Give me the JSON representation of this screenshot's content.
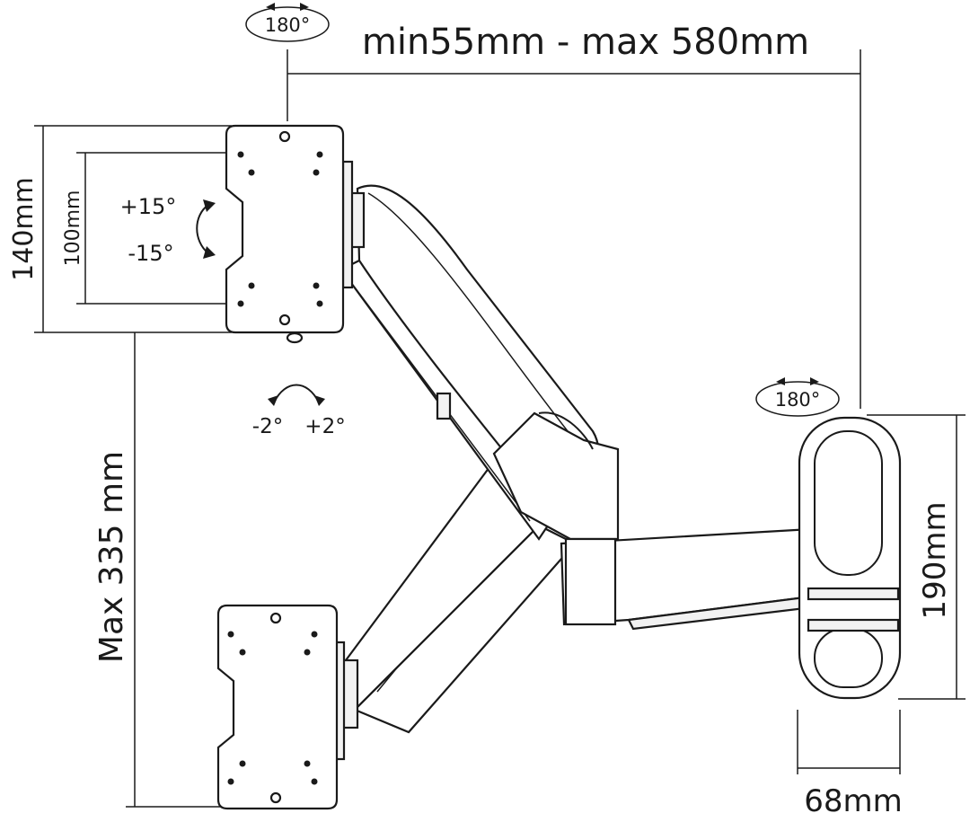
{
  "dimensions": {
    "width_range": "min55mm - max 580mm",
    "plate_height": "140mm",
    "plate_hole_spacing": "100mm",
    "max_drop": "Max 335 mm",
    "wall_plate_height": "190mm",
    "wall_plate_width": "68mm"
  },
  "rotation": {
    "top_swivel": "180°",
    "wall_swivel": "180°",
    "tilt_up": "+15°",
    "tilt_down": "-15°",
    "roll_left": "-2°",
    "roll_right": "+2°"
  },
  "colors": {
    "line": "#1a1a1a",
    "background": "#ffffff",
    "part_shade": "#f2f2f2"
  }
}
